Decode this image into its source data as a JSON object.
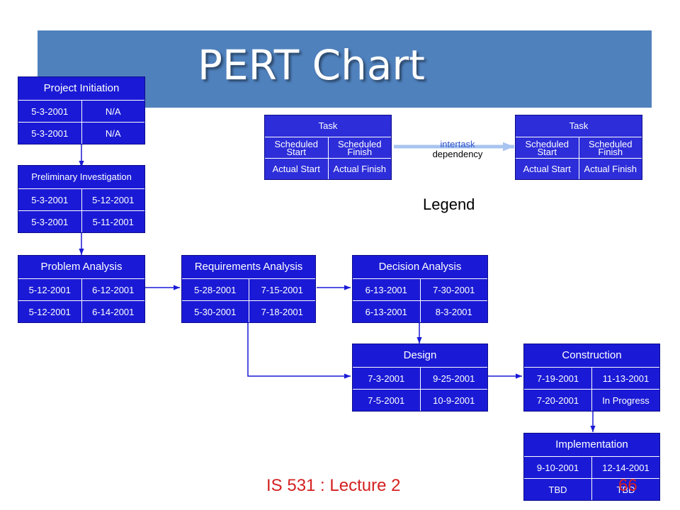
{
  "title": "PERT Chart",
  "legend": {
    "label": "Legend",
    "intertask_line1": "intertask",
    "intertask_line2": "dependency",
    "box_header": "Task",
    "scheduled_start": "Scheduled Start",
    "scheduled_finish": "Scheduled Finish",
    "actual_start": "Actual Start",
    "actual_finish": "Actual Finish"
  },
  "tasks": {
    "project_initiation": {
      "name": "Project Initiation",
      "scheduled_start": "5-3-2001",
      "scheduled_finish": "N/A",
      "actual_start": "5-3-2001",
      "actual_finish": "N/A"
    },
    "preliminary_investigation": {
      "name": "Preliminary Investigation",
      "scheduled_start": "5-3-2001",
      "scheduled_finish": "5-12-2001",
      "actual_start": "5-3-2001",
      "actual_finish": "5-11-2001"
    },
    "problem_analysis": {
      "name": "Problem Analysis",
      "scheduled_start": "5-12-2001",
      "scheduled_finish": "6-12-2001",
      "actual_start": "5-12-2001",
      "actual_finish": "6-14-2001"
    },
    "requirements_analysis": {
      "name": "Requirements Analysis",
      "scheduled_start": "5-28-2001",
      "scheduled_finish": "7-15-2001",
      "actual_start": "5-30-2001",
      "actual_finish": "7-18-2001"
    },
    "decision_analysis": {
      "name": "Decision Analysis",
      "scheduled_start": "6-13-2001",
      "scheduled_finish": "7-30-2001",
      "actual_start": "6-13-2001",
      "actual_finish": "8-3-2001"
    },
    "design": {
      "name": "Design",
      "scheduled_start": "7-3-2001",
      "scheduled_finish": "9-25-2001",
      "actual_start": "7-5-2001",
      "actual_finish": "10-9-2001"
    },
    "construction": {
      "name": "Construction",
      "scheduled_start": "7-19-2001",
      "scheduled_finish": "11-13-2001",
      "actual_start": "7-20-2001",
      "actual_finish": "In Progress"
    },
    "implementation": {
      "name": "Implementation",
      "scheduled_start": "9-10-2001",
      "scheduled_finish": "12-14-2001",
      "actual_start": "TBD",
      "actual_finish": "TBD"
    }
  },
  "footer": {
    "course": "IS 531 : Lecture 2",
    "page": "66"
  },
  "colors": {
    "node_fill": "#1a1ad6",
    "title_band": "#4f81bd",
    "footer_text": "#d42020",
    "legend_arrow": "#a8c4f0"
  }
}
